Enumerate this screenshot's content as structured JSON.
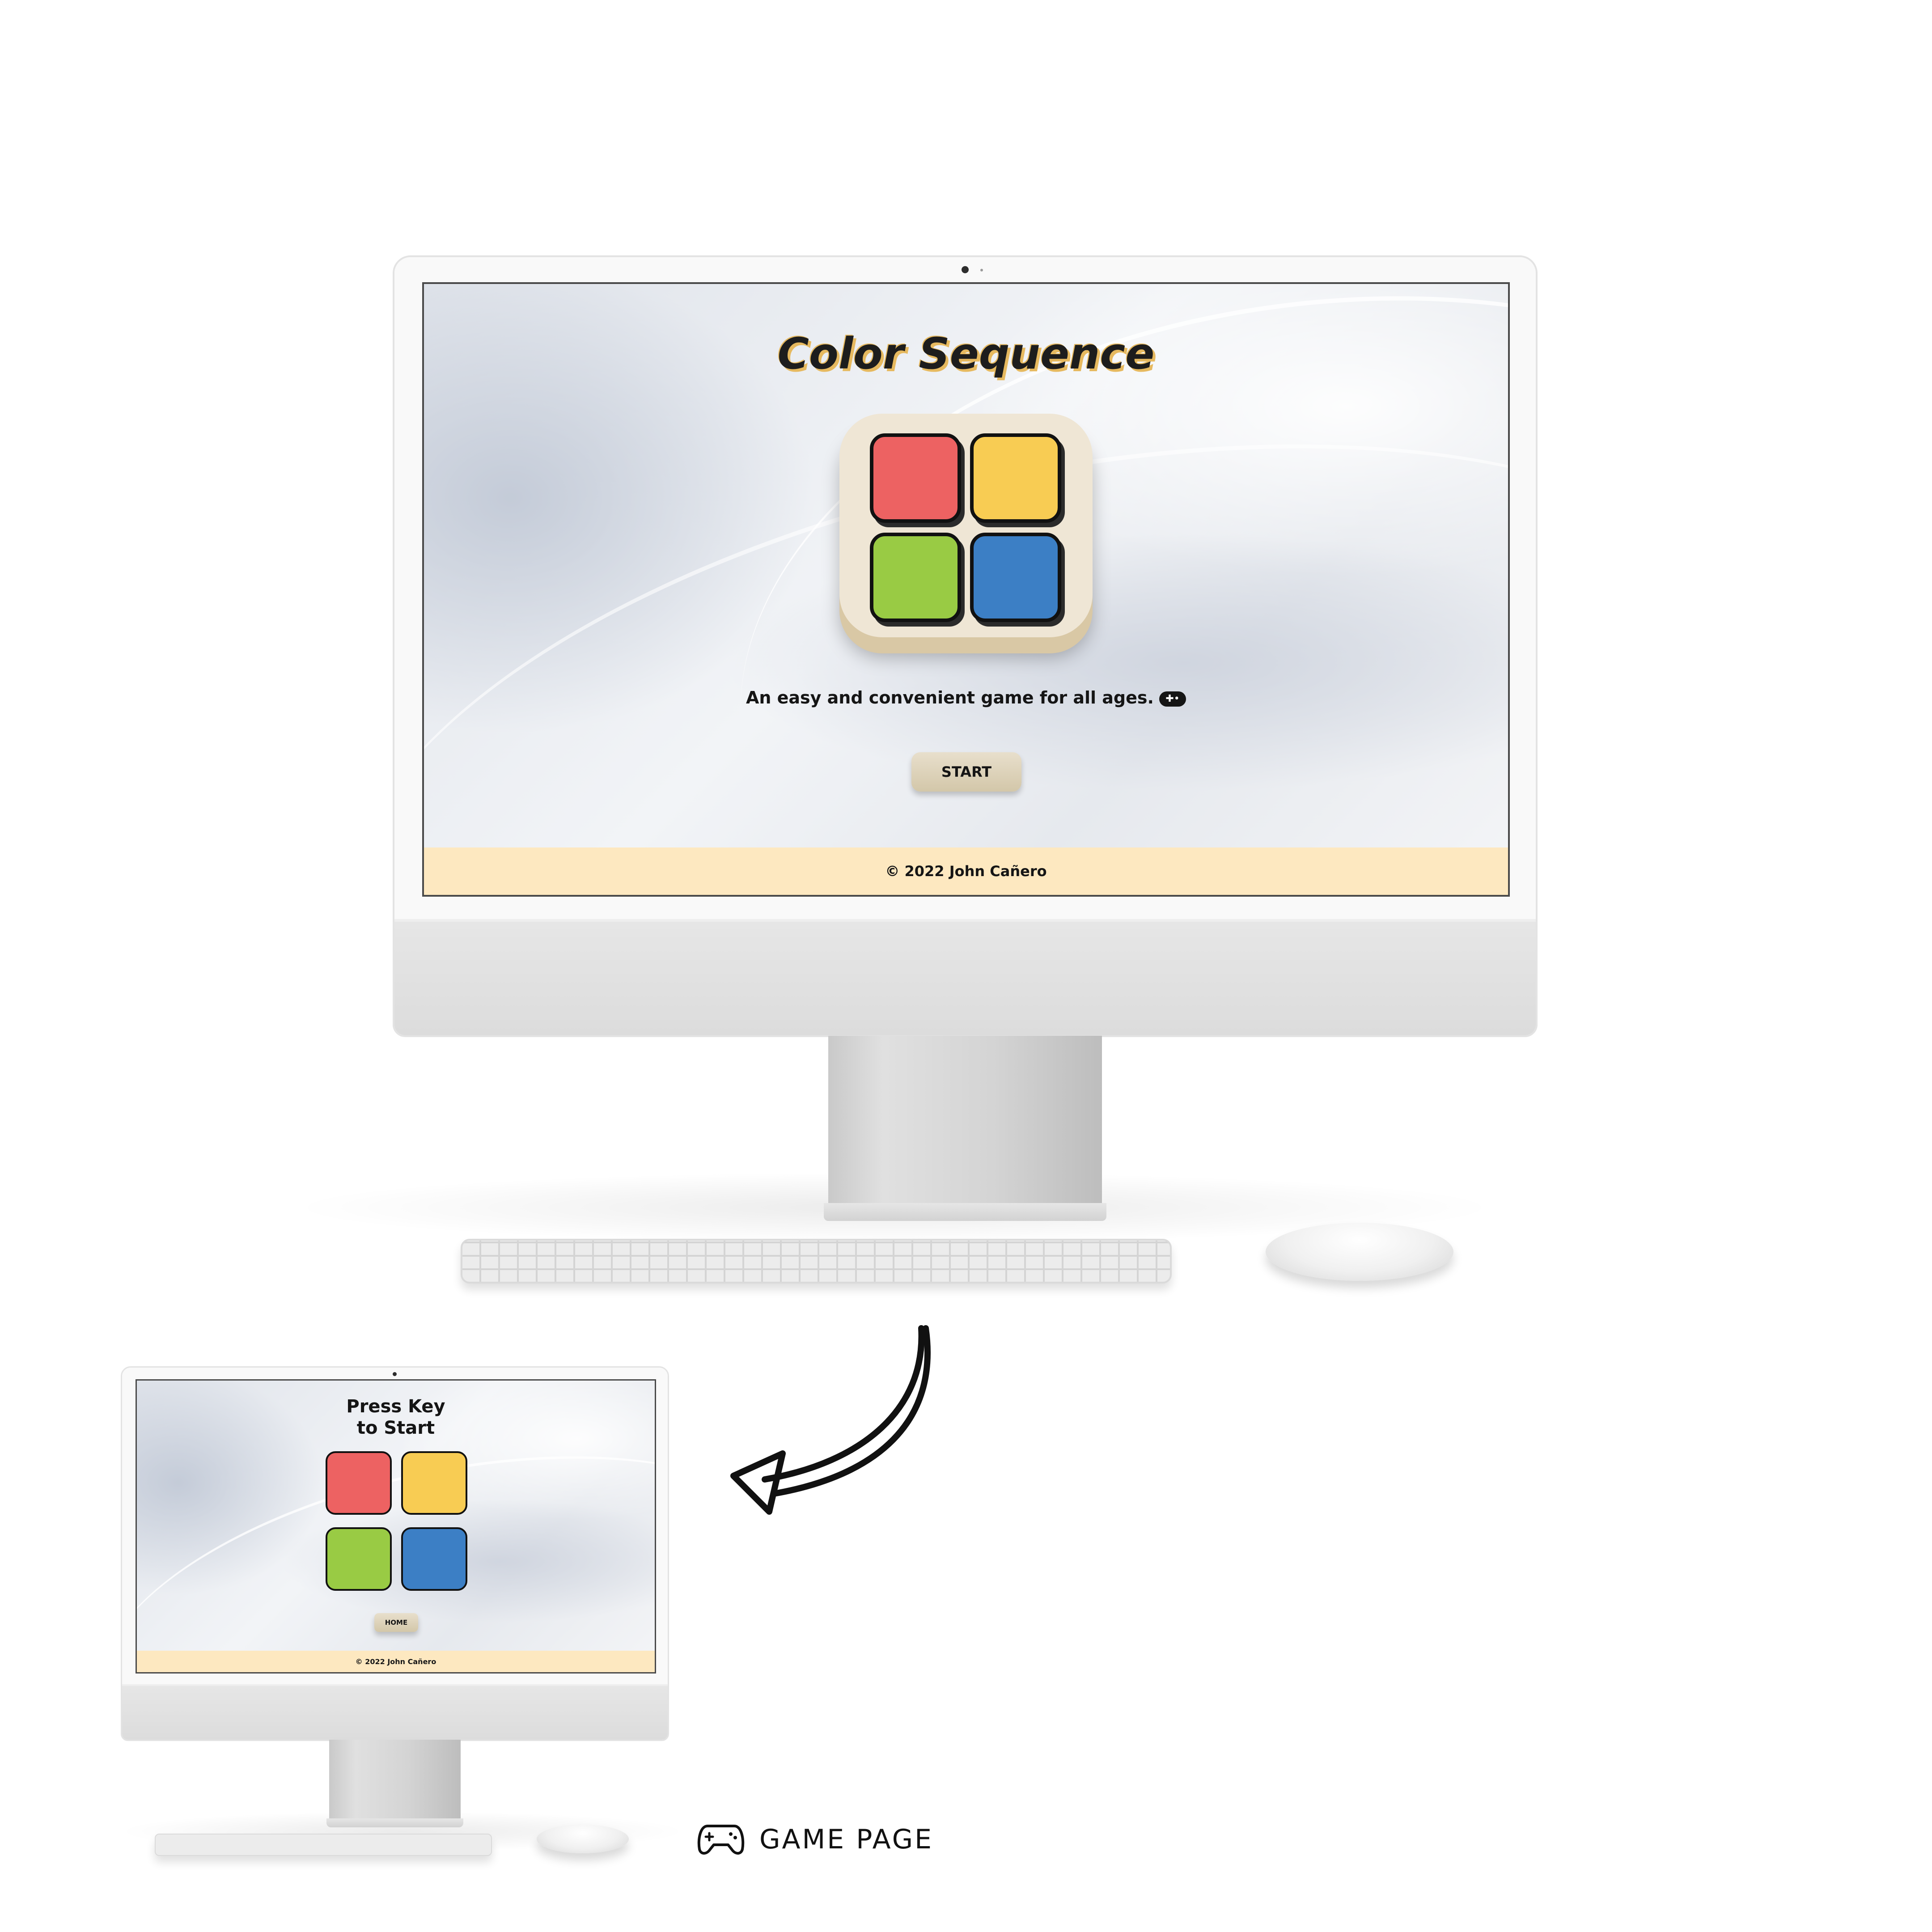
{
  "home_screen": {
    "title": "Color Sequence",
    "tagline": "An easy and convenient game for all ages.",
    "tagline_icon": "gamepad-icon",
    "start_button": "START",
    "footer": "© 2022 John Cañero",
    "tiles": [
      {
        "name": "red-tile",
        "color": "#ed6262"
      },
      {
        "name": "yellow-tile",
        "color": "#f8cc53"
      },
      {
        "name": "green-tile",
        "color": "#99cb44"
      },
      {
        "name": "blue-tile",
        "color": "#3c7fc5"
      }
    ]
  },
  "game_screen": {
    "title_line1": "Press Key",
    "title_line2": "to Start",
    "home_button": "HOME",
    "footer": "© 2022 John Cañero"
  },
  "caption": {
    "label": "GAME PAGE",
    "icon": "gamepad-icon"
  },
  "colors": {
    "footer_bg": "#fde8c0",
    "button_bg": "#d9cfb6",
    "logo_bg": "#efe6d5",
    "title_shadow": "#e6b95f"
  }
}
